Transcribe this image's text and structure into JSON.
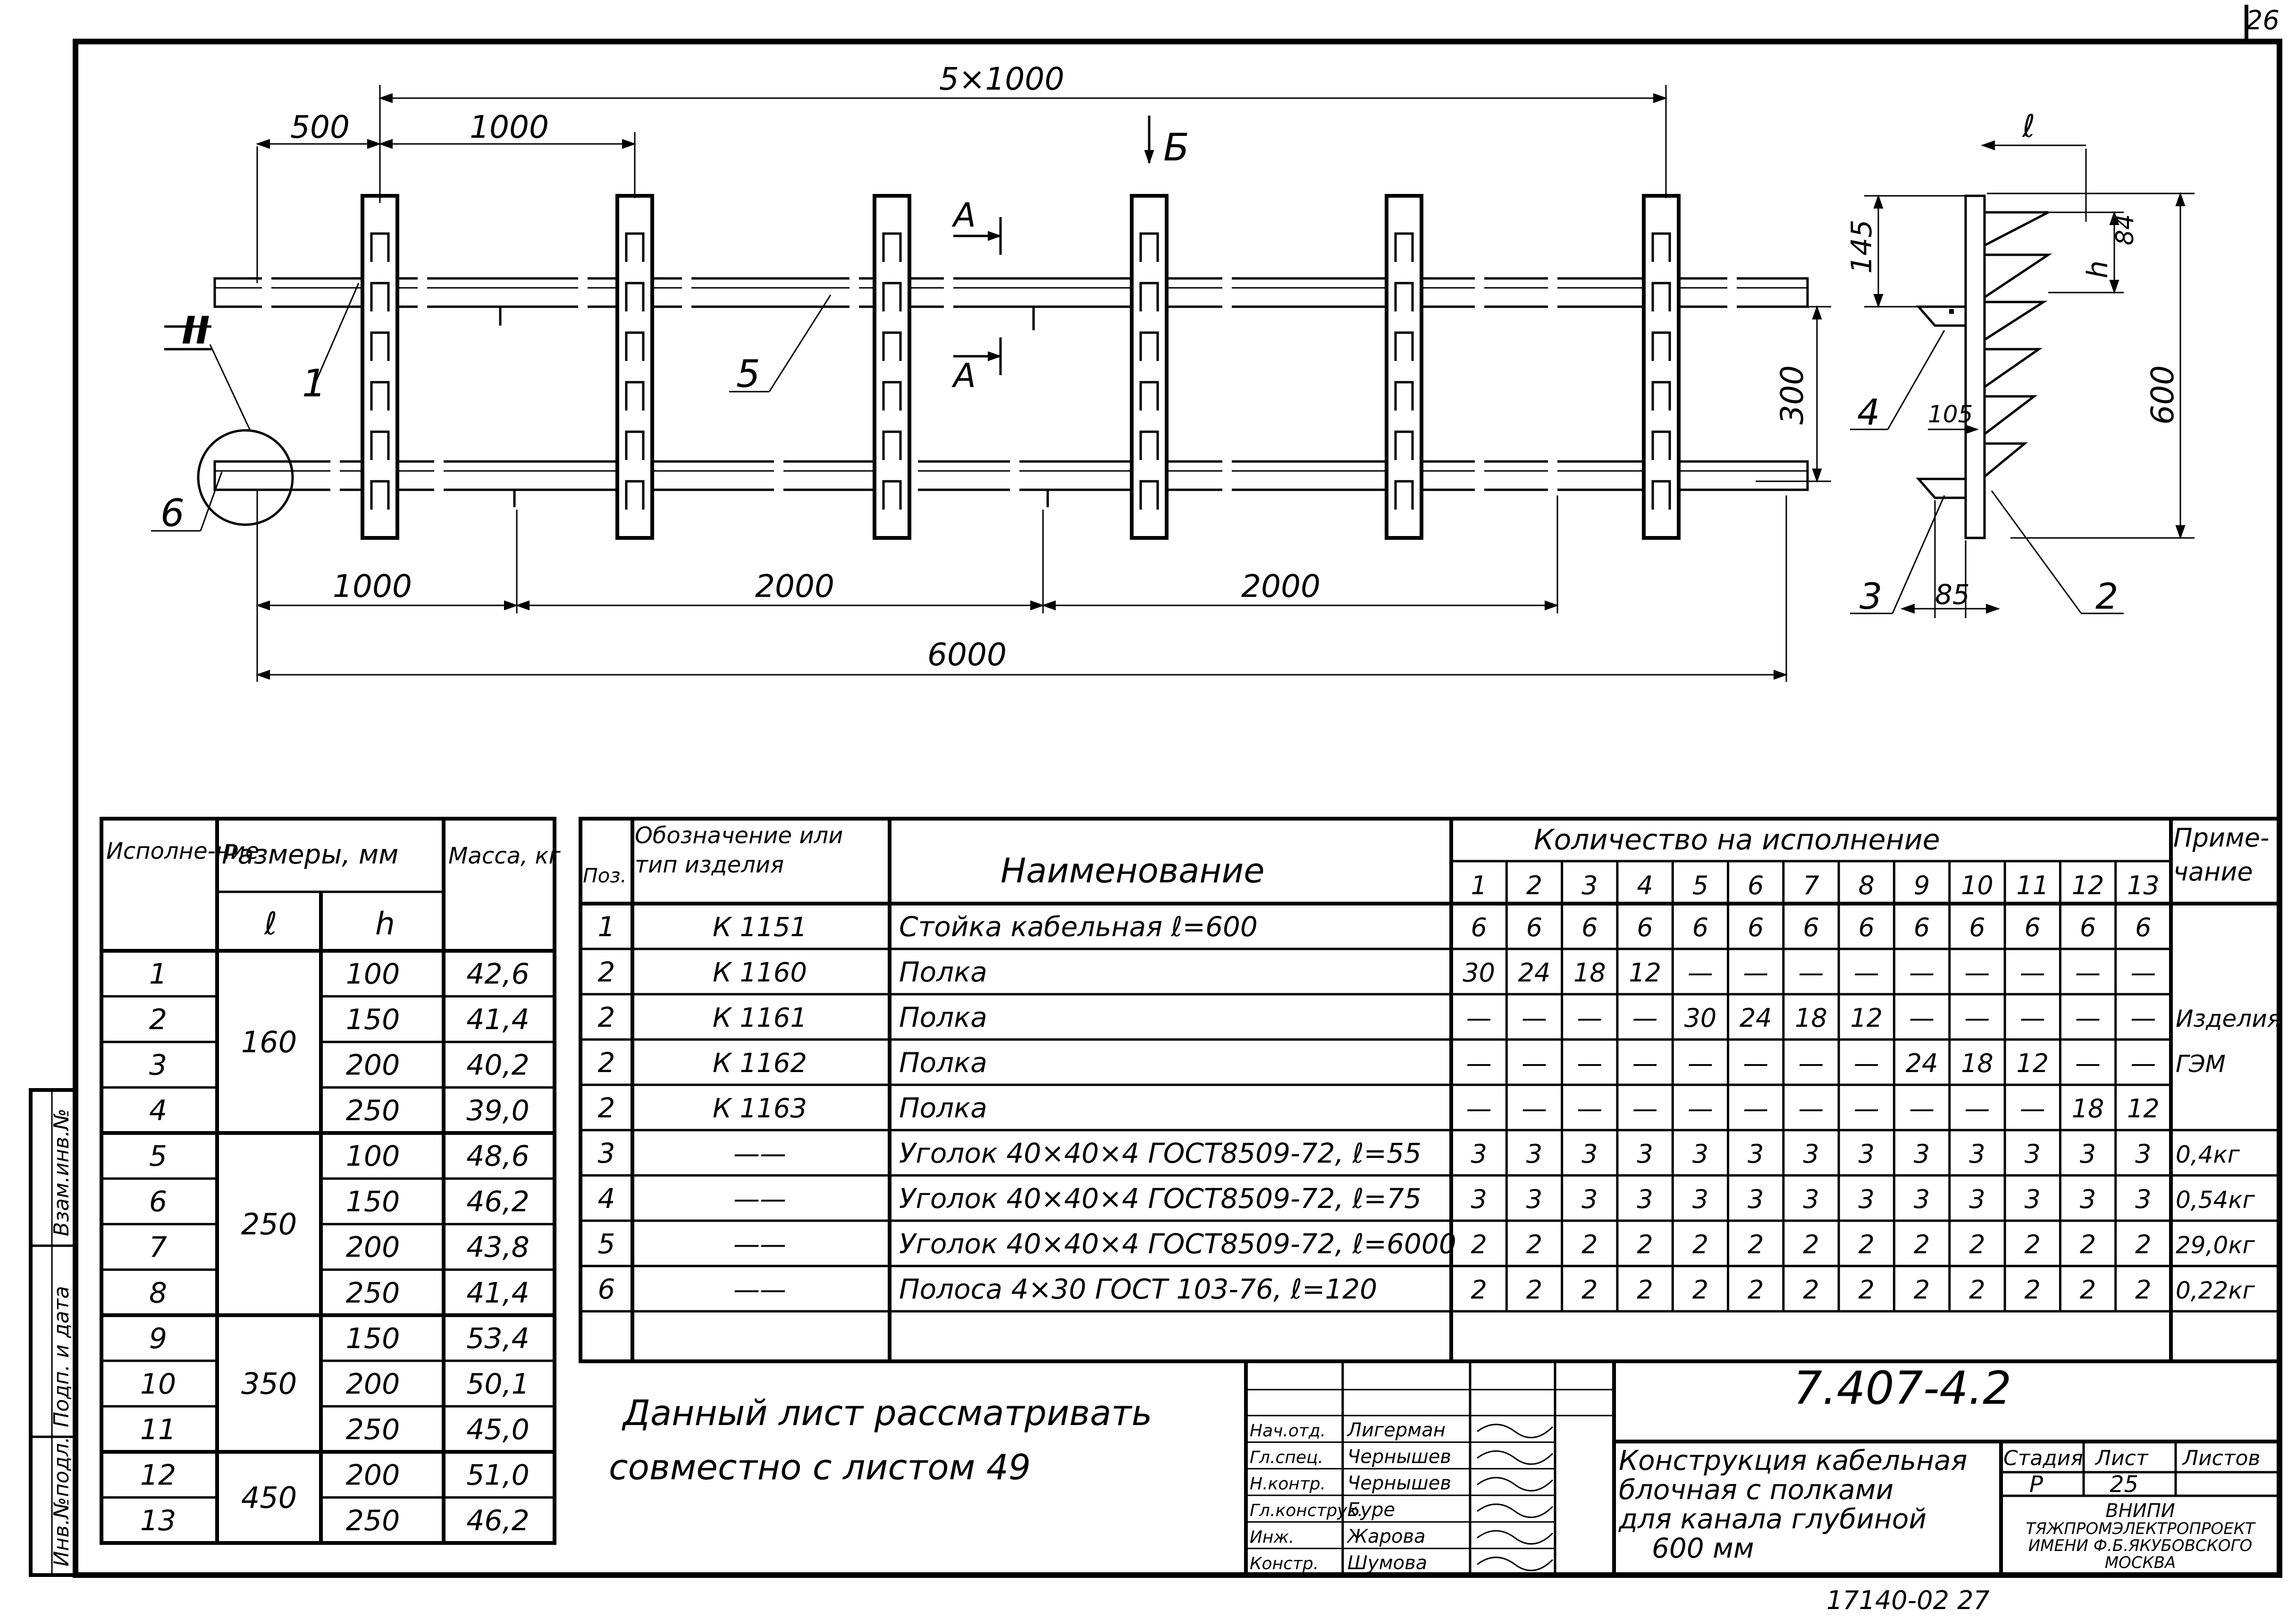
{
  "page_number": "26",
  "dimensions_top": {
    "total": "5×1000",
    "d500": "500",
    "d1000": "1000"
  },
  "section_marks": {
    "a": "А",
    "b": "Б",
    "view_ii": "II"
  },
  "dimensions_bottom": {
    "d1000": "1000",
    "d2000a": "2000",
    "d2000b": "2000",
    "d6000": "6000"
  },
  "side_view": {
    "d300": "300",
    "d600": "600",
    "d145": "145",
    "d84": "84",
    "h": "h",
    "l": "ℓ",
    "d105": "105",
    "d85": "85"
  },
  "callouts": {
    "p1": "1",
    "p2": "2",
    "p3": "3",
    "p4": "4",
    "p5": "5",
    "p6": "6"
  },
  "variants_table": {
    "headers": {
      "variant": "Исполне-ние",
      "sizes": "Размеры, мм",
      "l": "ℓ",
      "h": "h",
      "mass": "Масса, кг"
    },
    "rows": [
      {
        "n": "1",
        "h": "100",
        "mass": "42,6"
      },
      {
        "n": "2",
        "h": "150",
        "mass": "41,4"
      },
      {
        "n": "3",
        "h": "200",
        "mass": "40,2"
      },
      {
        "n": "4",
        "h": "250",
        "mass": "39,0"
      },
      {
        "n": "5",
        "h": "100",
        "mass": "48,6"
      },
      {
        "n": "6",
        "h": "150",
        "mass": "46,2"
      },
      {
        "n": "7",
        "h": "200",
        "mass": "43,8"
      },
      {
        "n": "8",
        "h": "250",
        "mass": "41,4"
      },
      {
        "n": "9",
        "h": "150",
        "mass": "53,4"
      },
      {
        "n": "10",
        "h": "200",
        "mass": "50,1"
      },
      {
        "n": "11",
        "h": "250",
        "mass": "45,0"
      },
      {
        "n": "12",
        "h": "200",
        "mass": "51,0"
      },
      {
        "n": "13",
        "h": "250",
        "mass": "46,2"
      }
    ],
    "l_groups": [
      {
        "value": "160",
        "rows": 4
      },
      {
        "value": "250",
        "rows": 4
      },
      {
        "value": "350",
        "rows": 3
      },
      {
        "value": "450",
        "rows": 2
      }
    ]
  },
  "spec_table": {
    "headers": {
      "pos": "Поз.",
      "designation": "Обозначение или тип изделия",
      "name": "Наименование",
      "qty": "Количество на исполнение",
      "note": "Приме-чание"
    },
    "variant_numbers": [
      "1",
      "2",
      "3",
      "4",
      "5",
      "6",
      "7",
      "8",
      "9",
      "10",
      "11",
      "12",
      "13"
    ],
    "rows": [
      {
        "pos": "1",
        "code": "К 1151",
        "name": "Стойка кабельная  ℓ=600",
        "qty": [
          "6",
          "6",
          "6",
          "6",
          "6",
          "6",
          "6",
          "6",
          "6",
          "6",
          "6",
          "6",
          "6"
        ],
        "note": ""
      },
      {
        "pos": "2",
        "code": "К 1160",
        "name": "Полка",
        "qty": [
          "30",
          "24",
          "18",
          "12",
          "—",
          "—",
          "—",
          "—",
          "—",
          "—",
          "—",
          "—",
          "—"
        ],
        "note": ""
      },
      {
        "pos": "2",
        "code": "К 1161",
        "name": "Полка",
        "qty": [
          "—",
          "—",
          "—",
          "—",
          "30",
          "24",
          "18",
          "12",
          "—",
          "—",
          "—",
          "—",
          "—"
        ],
        "note": "Изделия"
      },
      {
        "pos": "2",
        "code": "К 1162",
        "name": "Полка",
        "qty": [
          "—",
          "—",
          "—",
          "—",
          "—",
          "—",
          "—",
          "—",
          "24",
          "18",
          "12",
          "—",
          "—"
        ],
        "note": "ГЭМ"
      },
      {
        "pos": "2",
        "code": "К 1163",
        "name": "Полка",
        "qty": [
          "—",
          "—",
          "—",
          "—",
          "—",
          "—",
          "—",
          "—",
          "—",
          "—",
          "—",
          "18",
          "12"
        ],
        "note": ""
      },
      {
        "pos": "3",
        "code": "——",
        "name": "Уголок 40×40×4 ГОСТ8509-72, ℓ=55",
        "qty": [
          "3",
          "3",
          "3",
          "3",
          "3",
          "3",
          "3",
          "3",
          "3",
          "3",
          "3",
          "3",
          "3"
        ],
        "note": "0,4кг"
      },
      {
        "pos": "4",
        "code": "——",
        "name": "Уголок 40×40×4 ГОСТ8509-72, ℓ=75",
        "qty": [
          "3",
          "3",
          "3",
          "3",
          "3",
          "3",
          "3",
          "3",
          "3",
          "3",
          "3",
          "3",
          "3"
        ],
        "note": "0,54кг"
      },
      {
        "pos": "5",
        "code": "——",
        "name": "Уголок 40×40×4 ГОСТ8509-72, ℓ=6000",
        "qty": [
          "2",
          "2",
          "2",
          "2",
          "2",
          "2",
          "2",
          "2",
          "2",
          "2",
          "2",
          "2",
          "2"
        ],
        "note": "29,0кг"
      },
      {
        "pos": "6",
        "code": "——",
        "name": "Полоса 4×30 ГОСТ 103-76, ℓ=120",
        "qty": [
          "2",
          "2",
          "2",
          "2",
          "2",
          "2",
          "2",
          "2",
          "2",
          "2",
          "2",
          "2",
          "2"
        ],
        "note": "0,22кг"
      }
    ]
  },
  "note_text": {
    "line1": "Данный лист рассматривать",
    "line2": "совместно с листом 49"
  },
  "title_block": {
    "document_code": "7.407-4.2",
    "roles": [
      {
        "role": "Нач.отд.",
        "name": "Лигерман"
      },
      {
        "role": "Гл.спец.",
        "name": "Чернышев"
      },
      {
        "role": "Н.контр.",
        "name": "Чернышев"
      },
      {
        "role": "Гл.конструк.",
        "name": "Буре"
      },
      {
        "role": "Инж.",
        "name": "Жарова"
      },
      {
        "role": "Констр.",
        "name": "Шумова"
      }
    ],
    "title_lines": [
      "Конструкция кабельная",
      "блочная с полками",
      "для канала глубиной",
      "600 мм"
    ],
    "stage_label": "Стадия",
    "sheet_label": "Лист",
    "sheets_label": "Листов",
    "stage": "Р",
    "sheet": "25",
    "sheets": "",
    "org_lines": [
      "ВНИПИ",
      "ТЯЖПРОМЭЛЕКТРОПРОЕКТ",
      "ИМЕНИ Ф.Б.ЯКУБОВСКОГО",
      "МОСКВА"
    ]
  },
  "side_stamp": {
    "inv_no_orig": "Инв.№подл.",
    "sign_date": "Подп. и дата",
    "replace_inv": "Взам.инв.№"
  },
  "bottom_code": "17140-02 27"
}
